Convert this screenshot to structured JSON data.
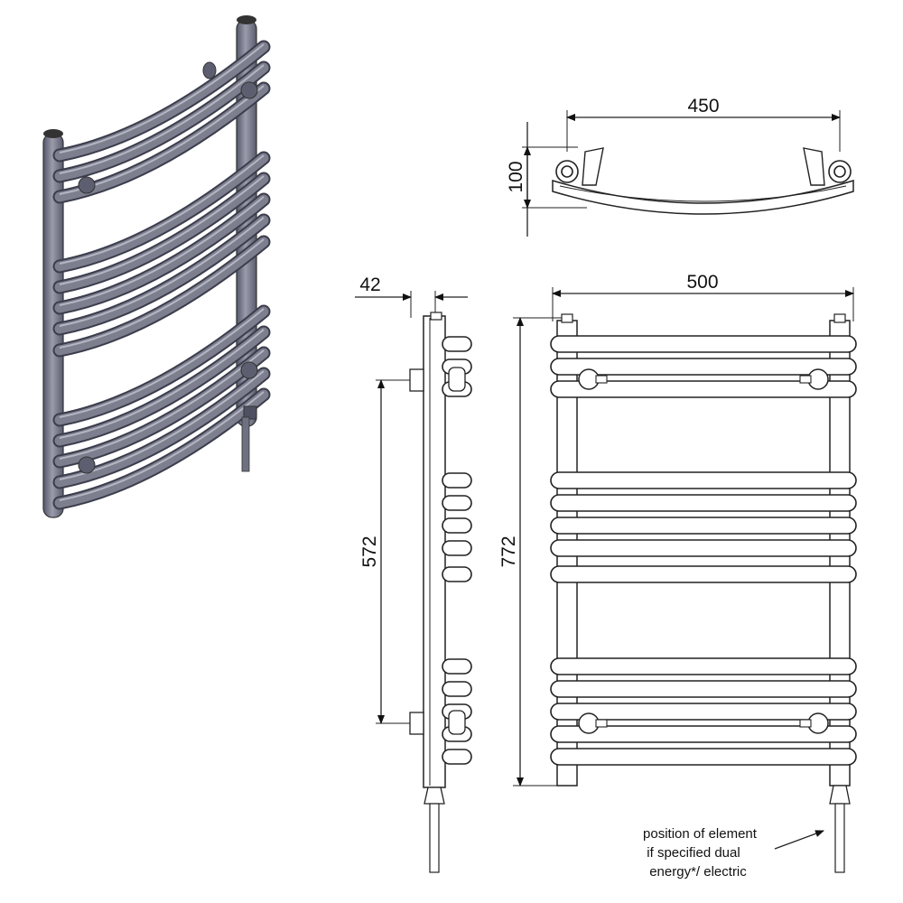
{
  "dimensions": {
    "top_width": "450",
    "top_depth": "100",
    "side_depth": "42",
    "side_centres": "572",
    "front_width": "500",
    "front_height": "772"
  },
  "note": {
    "line1": "position of element",
    "line2": "if specified dual",
    "line3": "energy*/ electric"
  },
  "colors": {
    "rail_fill": "#6f7180",
    "rail_light": "#9a9cab",
    "line": "#222222"
  }
}
